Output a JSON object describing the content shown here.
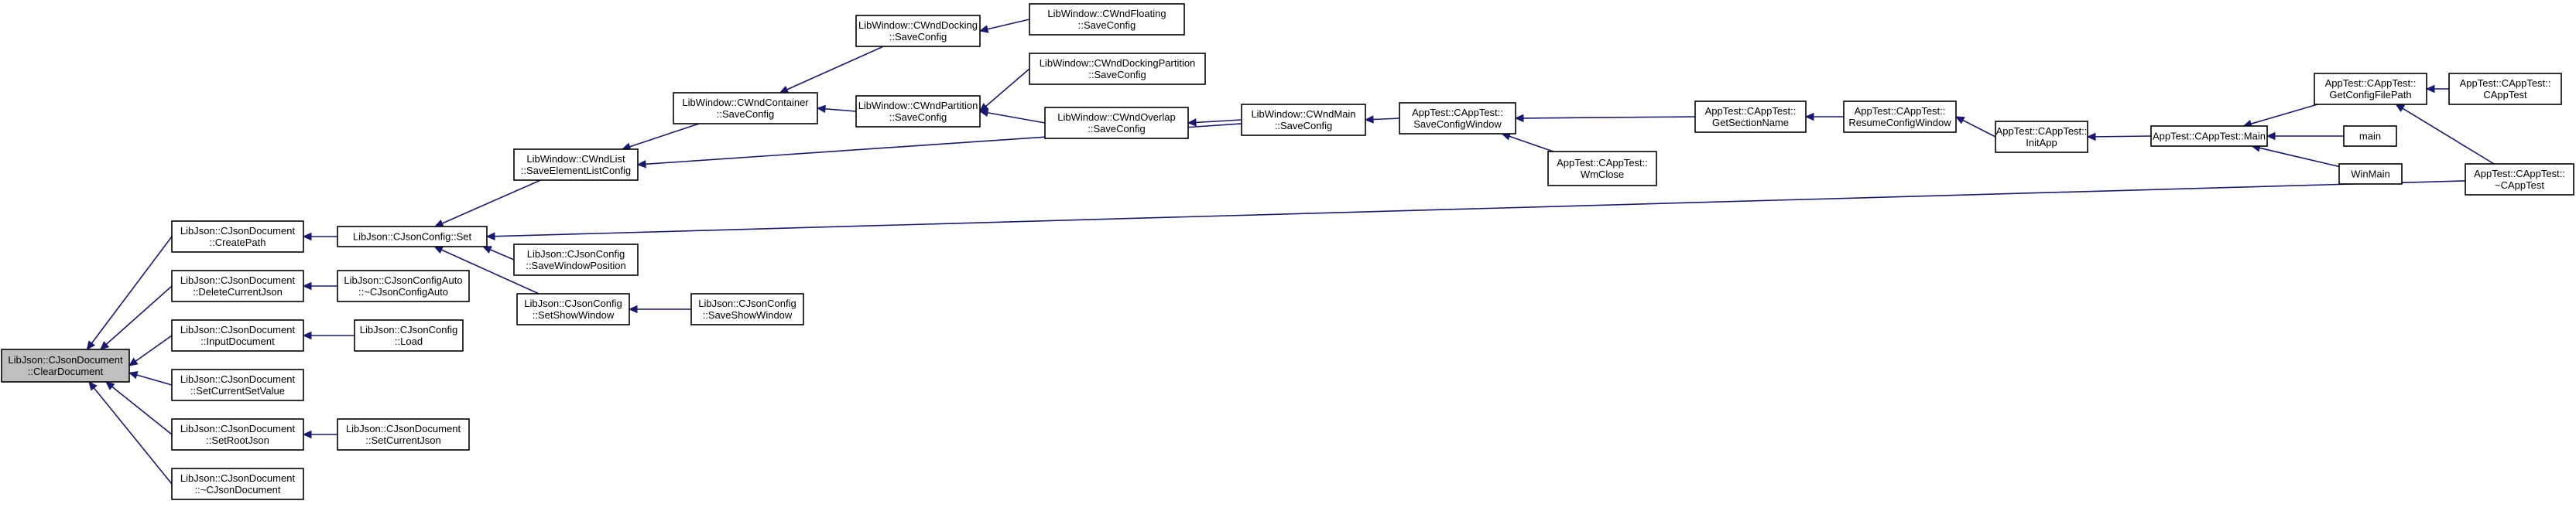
{
  "colors": {
    "edge": "#191970",
    "node_border": "#000000",
    "root_fill": "#bfbfbf",
    "node_fill": "#ffffff",
    "text": "#000000"
  },
  "nodes": {
    "clear_document": {
      "lines": [
        "LibJson::CJsonDocument",
        "::ClearDocument"
      ]
    },
    "create_path": {
      "lines": [
        "LibJson::CJsonDocument",
        "::CreatePath"
      ]
    },
    "delete_current_json": {
      "lines": [
        "LibJson::CJsonDocument",
        "::DeleteCurrentJson"
      ]
    },
    "input_document": {
      "lines": [
        "LibJson::CJsonDocument",
        "::InputDocument"
      ]
    },
    "set_current_set_value": {
      "lines": [
        "LibJson::CJsonDocument",
        "::SetCurrentSetValue"
      ]
    },
    "set_root_json": {
      "lines": [
        "LibJson::CJsonDocument",
        "::SetRootJson"
      ]
    },
    "cjson_document_dtor": {
      "lines": [
        "LibJson::CJsonDocument",
        "::~CJsonDocument"
      ]
    },
    "config_set": {
      "lines": [
        "LibJson::CJsonConfig::Set"
      ]
    },
    "config_auto_dtor": {
      "lines": [
        "LibJson::CJsonConfigAuto",
        "::~CJsonConfigAuto"
      ]
    },
    "config_load": {
      "lines": [
        "LibJson::CJsonConfig",
        "::Load"
      ]
    },
    "set_current_json": {
      "lines": [
        "LibJson::CJsonDocument",
        "::SetCurrentJson"
      ]
    },
    "save_element_list_config": {
      "lines": [
        "LibWindow::CWndList",
        "::SaveElementListConfig"
      ]
    },
    "save_window_position": {
      "lines": [
        "LibJson::CJsonConfig",
        "::SaveWindowPosition"
      ]
    },
    "set_show_window": {
      "lines": [
        "LibJson::CJsonConfig",
        "::SetShowWindow"
      ]
    },
    "save_show_window": {
      "lines": [
        "LibJson::CJsonConfig",
        "::SaveShowWindow"
      ]
    },
    "container_save_config": {
      "lines": [
        "LibWindow::CWndContainer",
        "::SaveConfig"
      ]
    },
    "docking_save_config": {
      "lines": [
        "LibWindow::CWndDocking",
        "::SaveConfig"
      ]
    },
    "partition_save_config": {
      "lines": [
        "LibWindow::CWndPartition",
        "::SaveConfig"
      ]
    },
    "floating_save_config": {
      "lines": [
        "LibWindow::CWndFloating",
        "::SaveConfig"
      ]
    },
    "docking_partition_save_config": {
      "lines": [
        "LibWindow::CWndDockingPartition",
        "::SaveConfig"
      ]
    },
    "overlap_save_config": {
      "lines": [
        "LibWindow::CWndOverlap",
        "::SaveConfig"
      ]
    },
    "main_save_config": {
      "lines": [
        "LibWindow::CWndMain",
        "::SaveConfig"
      ]
    },
    "save_config_window": {
      "lines": [
        "AppTest::CAppTest::",
        "SaveConfigWindow"
      ]
    },
    "wm_close": {
      "lines": [
        "AppTest::CAppTest::",
        "WmClose"
      ]
    },
    "get_section_name": {
      "lines": [
        "AppTest::CAppTest::",
        "GetSectionName"
      ]
    },
    "resume_config_window": {
      "lines": [
        "AppTest::CAppTest::",
        "ResumeConfigWindow"
      ]
    },
    "init_app": {
      "lines": [
        "AppTest::CAppTest::",
        "InitApp"
      ]
    },
    "app_main": {
      "lines": [
        "AppTest::CAppTest::Main"
      ]
    },
    "get_config_file_path": {
      "lines": [
        "AppTest::CAppTest::",
        "GetConfigFilePath"
      ]
    },
    "main": {
      "lines": [
        "main"
      ]
    },
    "win_main": {
      "lines": [
        "WinMain"
      ]
    },
    "capptest_ctor": {
      "lines": [
        "AppTest::CAppTest::",
        "CAppTest"
      ]
    },
    "capptest_dtor": {
      "lines": [
        "AppTest::CAppTest::",
        "~CAppTest"
      ]
    }
  }
}
